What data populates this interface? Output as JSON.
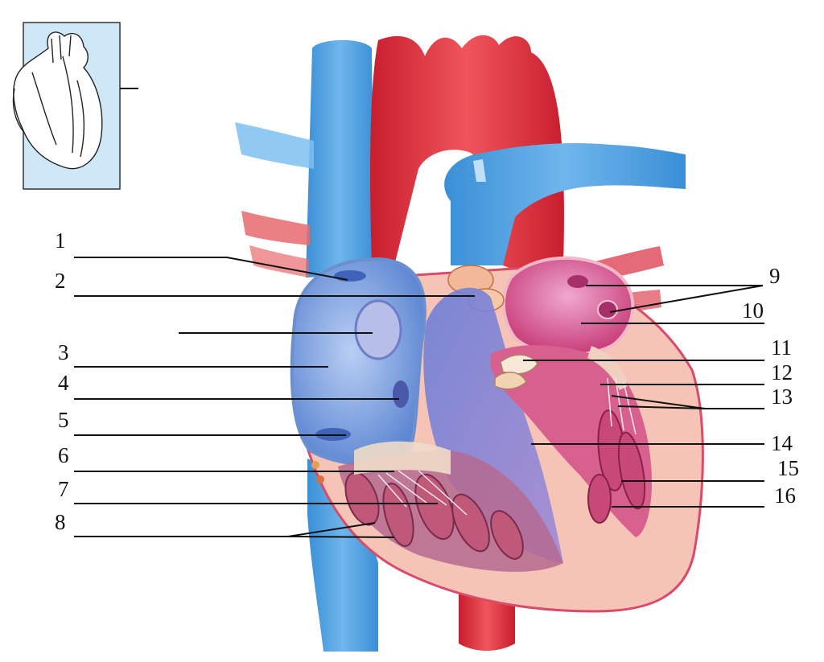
{
  "diagram": {
    "type": "anatomical-labeling",
    "labels_left": [
      "1",
      "2",
      "3",
      "4",
      "5",
      "6",
      "7",
      "8"
    ],
    "labels_right": [
      "9",
      "10",
      "11",
      "12",
      "13",
      "14",
      "15",
      "16"
    ],
    "colors": {
      "deoxygenated": "#4a9ee0",
      "oxygenated": "#e0303e",
      "myocardium": "#f6c4b6",
      "chamber_right": "#8fb0e6",
      "chamber_left": "#d8608e",
      "inset_bg": "#cfe8f8"
    },
    "icons": [
      "heart-inset-icon"
    ]
  }
}
